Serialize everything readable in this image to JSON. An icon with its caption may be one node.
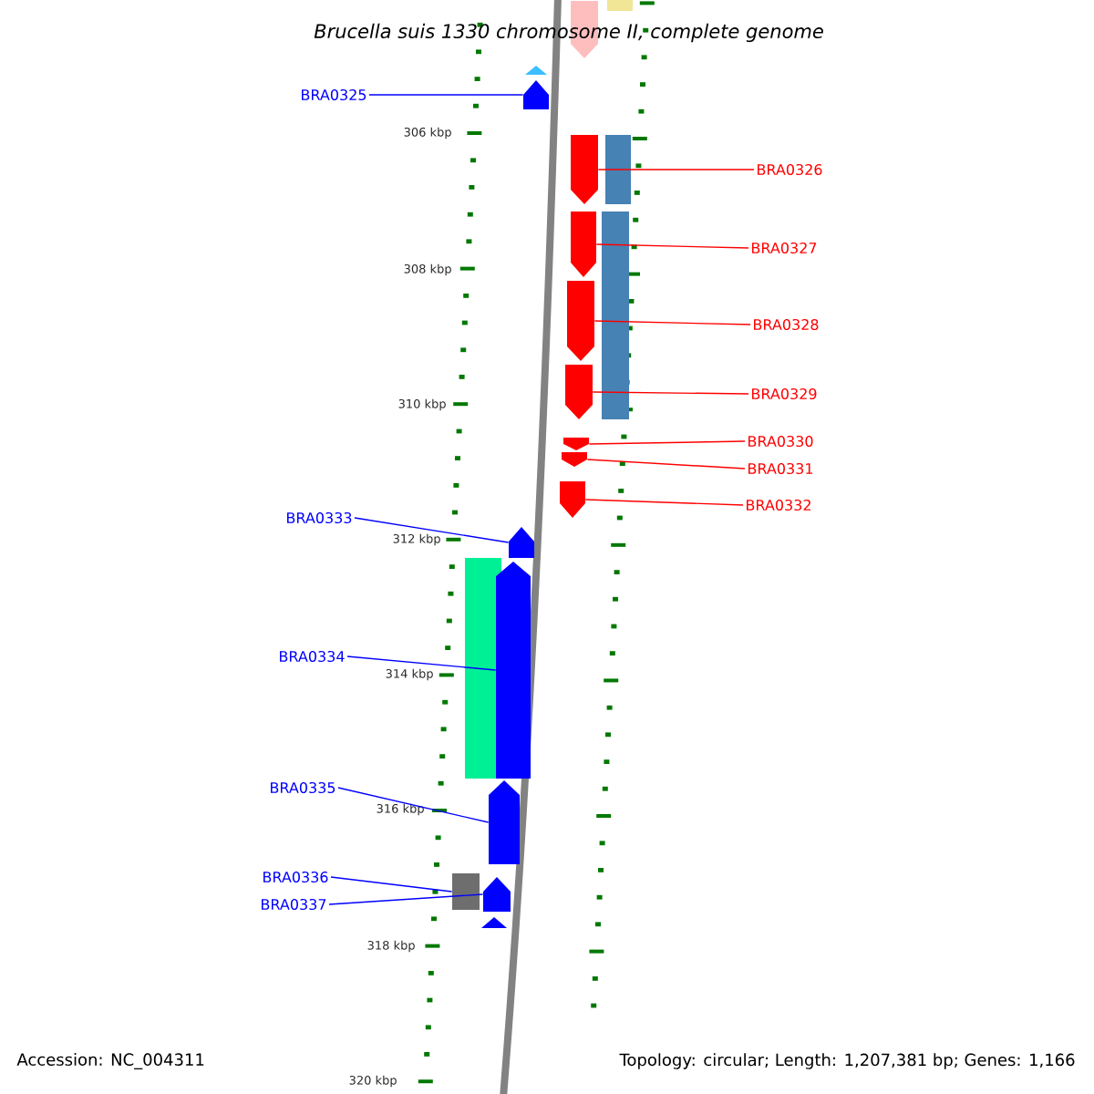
{
  "diagram": {
    "title": "Brucella suis 1330 chromosome II, complete genome",
    "nodes": [
      {
        "text": [
          "BRA0325"
        ]
      },
      {
        "text": [
          "BRA0326"
        ]
      },
      {
        "text": [
          "BRA0327"
        ]
      },
      {
        "text": [
          "BRA0328"
        ]
      },
      {
        "text": [
          "BRA0329"
        ]
      },
      {
        "text": [
          "BRA0330"
        ]
      },
      {
        "text": [
          "BRA0331"
        ]
      },
      {
        "text": [
          "BRA0332"
        ]
      },
      {
        "text": [
          "BRA0333"
        ]
      },
      {
        "text": [
          "BRA0334"
        ]
      },
      {
        "text": [
          "BRA0335"
        ]
      },
      {
        "text": [
          "BRA0336"
        ]
      },
      {
        "text": [
          "BRA0337"
        ]
      },
      {
        "text": [],
        "shape": "bar"
      },
      {
        "text": [],
        "shape": "bar"
      },
      {
        "text": [],
        "shape": "bar"
      },
      {
        "text": [],
        "shape": "bar"
      },
      {
        "text": [],
        "shape": "bar"
      },
      {
        "text": [],
        "shape": "bar"
      },
      {
        "text": [],
        "shape": "bar"
      },
      {
        "text": [],
        "shape": "bar"
      },
      {
        "text": [],
        "shape": "bar"
      },
      {
        "text": [],
        "shape": "bar"
      },
      {
        "text": [],
        "shape": "bar"
      },
      {
        "text": [],
        "shape": "box"
      },
      {
        "text": [],
        "shape": "bar"
      }
    ],
    "edges": [
      {
        "from": 0,
        "to": 13,
        "arrow": "none",
        "color": "#0000ff"
      },
      {
        "from": 1,
        "to": 14,
        "arrow": "none",
        "color": "#ff0000"
      },
      {
        "from": 2,
        "to": 15,
        "arrow": "none",
        "color": "#ff0000"
      },
      {
        "from": 3,
        "to": 16,
        "arrow": "none",
        "color": "#ff0000"
      },
      {
        "from": 4,
        "to": 17,
        "arrow": "none",
        "color": "#ff0000"
      },
      {
        "from": 5,
        "to": 18,
        "arrow": "none",
        "color": "#ff0000"
      },
      {
        "from": 6,
        "to": 19,
        "arrow": "none",
        "color": "#ff0000"
      },
      {
        "from": 7,
        "to": 20,
        "arrow": "none",
        "color": "#ff0000"
      },
      {
        "from": 8,
        "to": 21,
        "arrow": "none",
        "color": "#0000ff"
      },
      {
        "from": 9,
        "to": 22,
        "arrow": "none",
        "color": "#0000ff"
      },
      {
        "from": 10,
        "to": 23,
        "arrow": "none",
        "color": "#0000ff"
      },
      {
        "from": 11,
        "to": 24,
        "arrow": "none",
        "color": "#0000ff"
      },
      {
        "from": 12,
        "to": 25,
        "arrow": "none",
        "color": "#0000ff"
      }
    ],
    "labels": [
      "306 kbp",
      "308 kbp",
      "310 kbp",
      "312 kbp",
      "314 kbp",
      "316 kbp",
      "318 kbp",
      "320 kbp",
      "Accession: NC_004311",
      "Topology: circular; Length: 1,207,381 bp; Genes: 1,166"
    ]
  }
}
